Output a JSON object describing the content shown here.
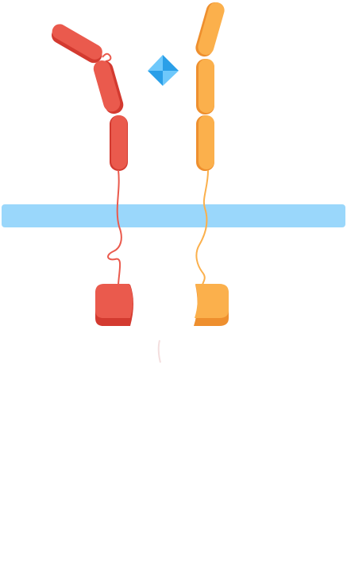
{
  "diagram": {
    "colors": {
      "membrane": "#9ad7fb",
      "receptor_left": "#ea5a4d",
      "receptor_left_shade": "#d33a30",
      "receptor_right": "#fbb04c",
      "receptor_right_shade": "#ee8f2e",
      "ligand_light": "#6ec8fb",
      "ligand_dark": "#2a9fe8",
      "background": "#ffffff"
    },
    "elements": {
      "membrane": "cell-membrane",
      "left_receptor": "receptor-monomer-red",
      "right_receptor": "receptor-monomer-orange",
      "ligand": "ligand-diamond-icon",
      "left_kinase": "kinase-domain-red",
      "right_kinase": "kinase-domain-orange"
    }
  }
}
